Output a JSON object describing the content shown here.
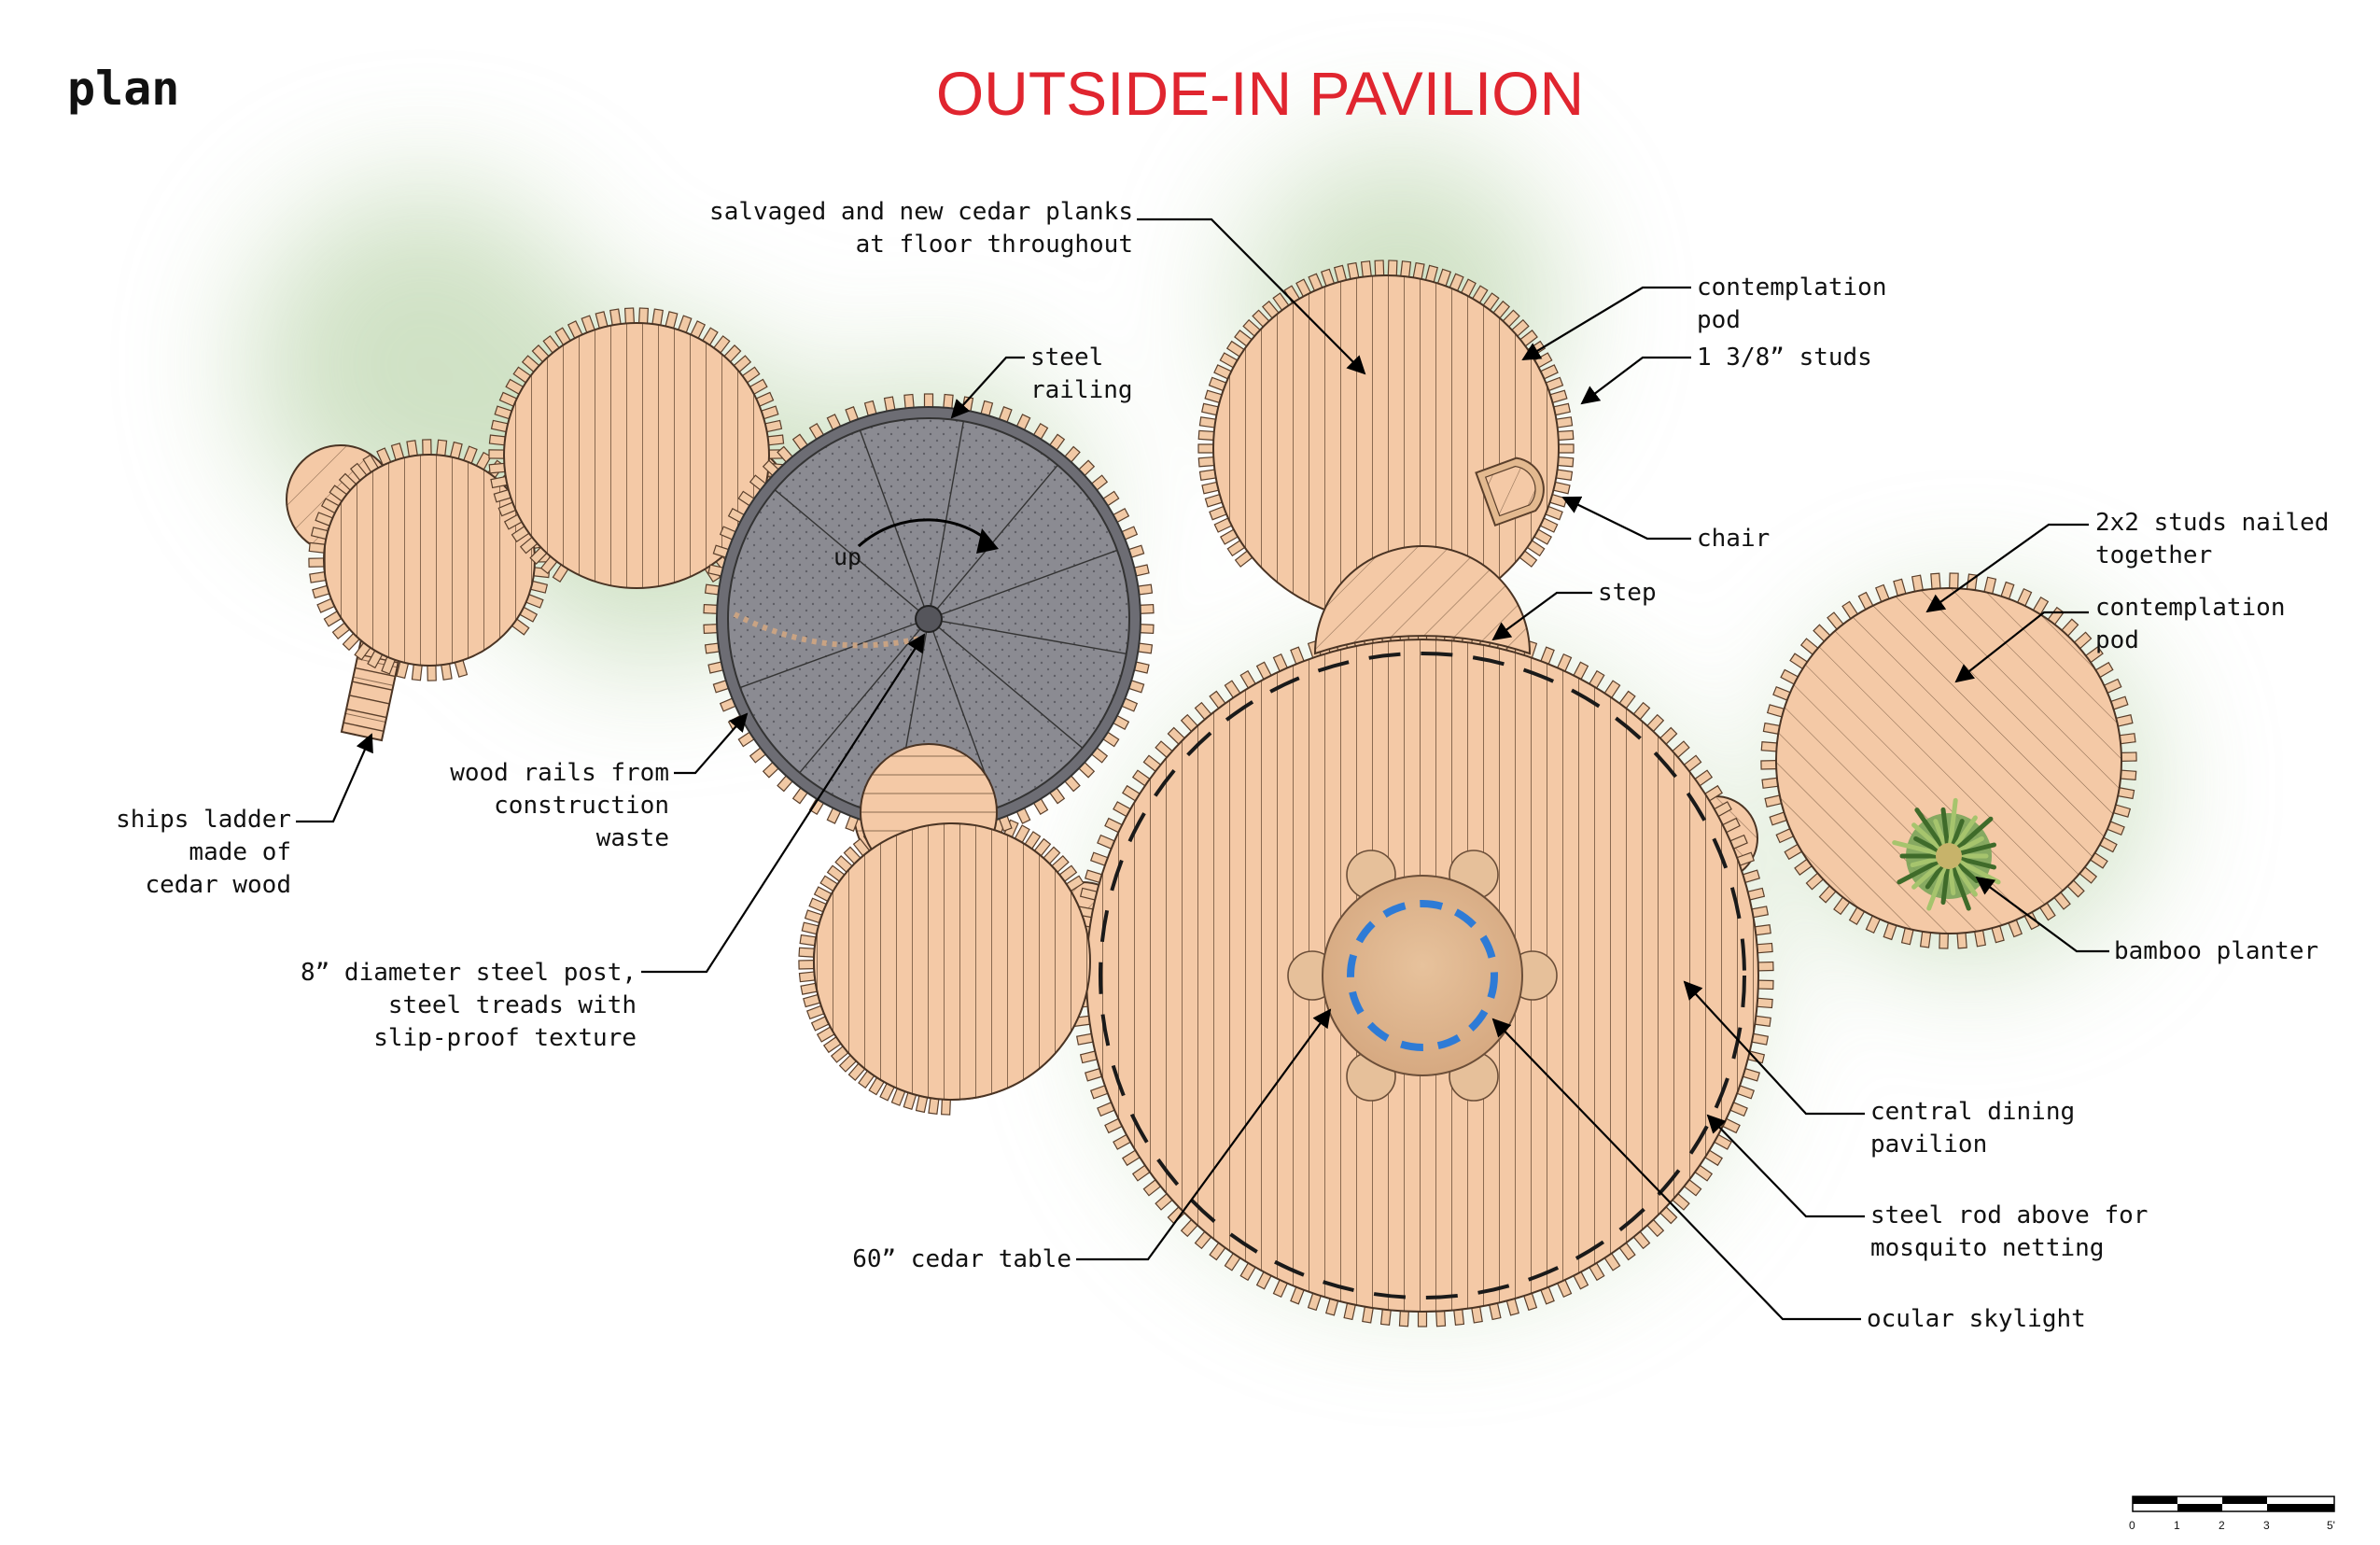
{
  "heading": "plan",
  "title": "OUTSIDE-IN PAVILION",
  "stair_label": "up",
  "labels": {
    "cedar_planks": [
      "salvaged and new cedar planks",
      "at floor throughout"
    ],
    "steel_railing": [
      "steel",
      "railing"
    ],
    "contemplation_pod_1": [
      "contemplation",
      "pod"
    ],
    "studs": [
      "1 3/8” studs"
    ],
    "chair": [
      "chair"
    ],
    "step": [
      "step"
    ],
    "studs_2x2": [
      "2x2 studs nailed",
      "together"
    ],
    "contemplation_pod_2": [
      "contemplation",
      "pod"
    ],
    "bamboo_planter": [
      "bamboo planter"
    ],
    "central_dining": [
      "central dining",
      "pavilion"
    ],
    "steel_rod": [
      "steel rod above for",
      "mosquito netting"
    ],
    "ocular_skylight": [
      "ocular skylight"
    ],
    "cedar_table": [
      "60” cedar table"
    ],
    "steel_post": [
      "8” diameter steel post,",
      "steel treads with",
      "slip-proof texture"
    ],
    "wood_rails": [
      "wood rails from",
      "construction",
      "waste"
    ],
    "ships_ladder": [
      "ships ladder",
      "made of",
      "cedar wood"
    ]
  },
  "scale_bar": {
    "ticks": [
      "0",
      "1",
      "2",
      "3",
      "5'"
    ]
  },
  "colors": {
    "title": "#e0252f",
    "cedar": "#f4c9a6",
    "cedar_line": "#7a5a43",
    "steel": "#8a8a90",
    "ground_glow": "#9dc489",
    "skylight": "#2e7bd6",
    "table": "#e2ba93"
  }
}
